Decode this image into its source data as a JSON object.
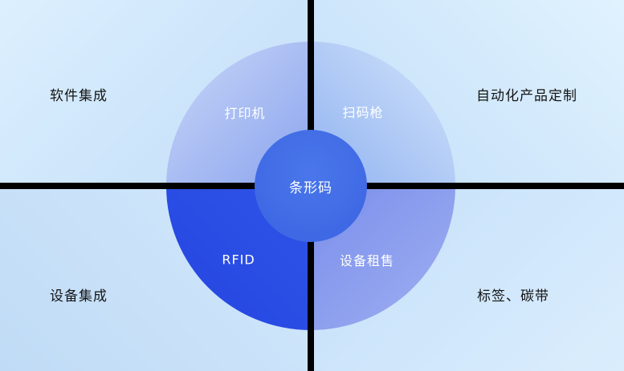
{
  "diagram": {
    "center": {
      "label": "条形码"
    },
    "segments": [
      {
        "id": "printer",
        "label": "打印机"
      },
      {
        "id": "scanner",
        "label": "扫码枪"
      },
      {
        "id": "rfid",
        "label": "RFID"
      },
      {
        "id": "rental",
        "label": "设备租售"
      }
    ],
    "corners": [
      {
        "id": "software-integration",
        "label": "软件集成"
      },
      {
        "id": "automation-customize",
        "label": "自动化产品定制"
      },
      {
        "id": "device-integration",
        "label": "设备集成"
      },
      {
        "id": "label-ribbon",
        "label": "标签、碳带"
      }
    ],
    "colors": {
      "background": "#cfe6fb",
      "segment_top_left": "#8aa4ee",
      "segment_top_right": "#90b2f1",
      "segment_bottom_left": "#2445e1",
      "segment_bottom_right": "#7a8eeb",
      "center_circle": "#3a63e2",
      "divider": "#000000",
      "corner_text": "#141414",
      "segment_text": "#ffffff"
    }
  }
}
